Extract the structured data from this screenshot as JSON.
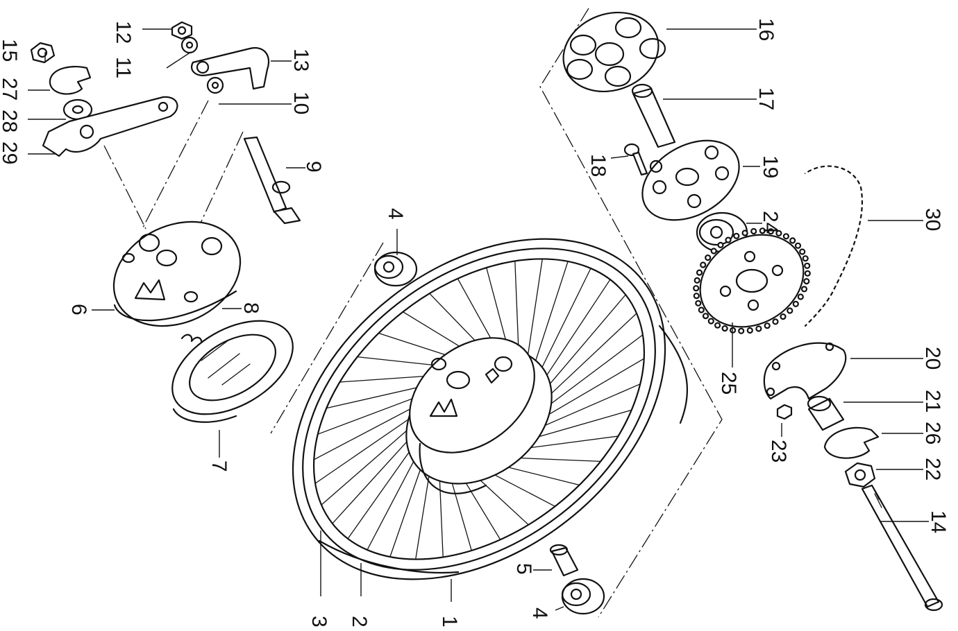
{
  "diagram": {
    "callouts": [
      {
        "id": "c1",
        "text": "1"
      },
      {
        "id": "c2",
        "text": "2"
      },
      {
        "id": "c3",
        "text": "3"
      },
      {
        "id": "c4a",
        "text": "4"
      },
      {
        "id": "c4b",
        "text": "4"
      },
      {
        "id": "c5",
        "text": "5"
      },
      {
        "id": "c6",
        "text": "6"
      },
      {
        "id": "c7",
        "text": "7"
      },
      {
        "id": "c8",
        "text": "8"
      },
      {
        "id": "c9",
        "text": "9"
      },
      {
        "id": "c10",
        "text": "10"
      },
      {
        "id": "c11",
        "text": "11"
      },
      {
        "id": "c12",
        "text": "12"
      },
      {
        "id": "c13",
        "text": "13"
      },
      {
        "id": "c14",
        "text": "14"
      },
      {
        "id": "c15",
        "text": "15"
      },
      {
        "id": "c16",
        "text": "16"
      },
      {
        "id": "c17",
        "text": "17"
      },
      {
        "id": "c18",
        "text": "18"
      },
      {
        "id": "c19",
        "text": "19"
      },
      {
        "id": "c20",
        "text": "20"
      },
      {
        "id": "c21",
        "text": "21"
      },
      {
        "id": "c22",
        "text": "22"
      },
      {
        "id": "c23",
        "text": "23"
      },
      {
        "id": "c24",
        "text": "24"
      },
      {
        "id": "c25",
        "text": "25"
      },
      {
        "id": "c26",
        "text": "26"
      },
      {
        "id": "c27",
        "text": "27"
      },
      {
        "id": "c28",
        "text": "28"
      },
      {
        "id": "c29",
        "text": "29"
      },
      {
        "id": "c30",
        "text": "30"
      }
    ]
  }
}
